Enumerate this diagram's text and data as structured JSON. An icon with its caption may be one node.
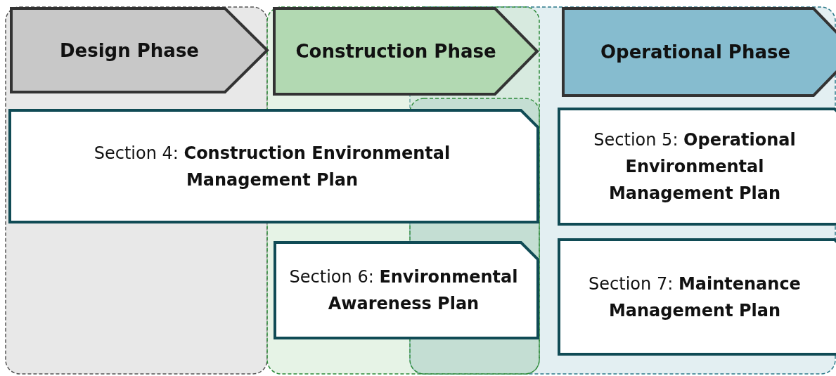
{
  "diagram": {
    "nodes": [
      {
        "text": [
          "Design Phase"
        ]
      },
      {
        "text": [
          "Construction Phase"
        ]
      },
      {
        "text": [
          "Operational Phase"
        ]
      },
      {
        "text": [
          "Section 4: **Construction Environmental Management Plan**"
        ]
      },
      {
        "text": [
          "Section 5: **Operational Environmental Management Plan**"
        ]
      },
      {
        "text": [
          "Section 6: **Environmental Awareness Plan**"
        ]
      },
      {
        "text": [
          "Section 7: **Maintenance Management Plan**"
        ]
      }
    ],
    "edges": []
  }
}
